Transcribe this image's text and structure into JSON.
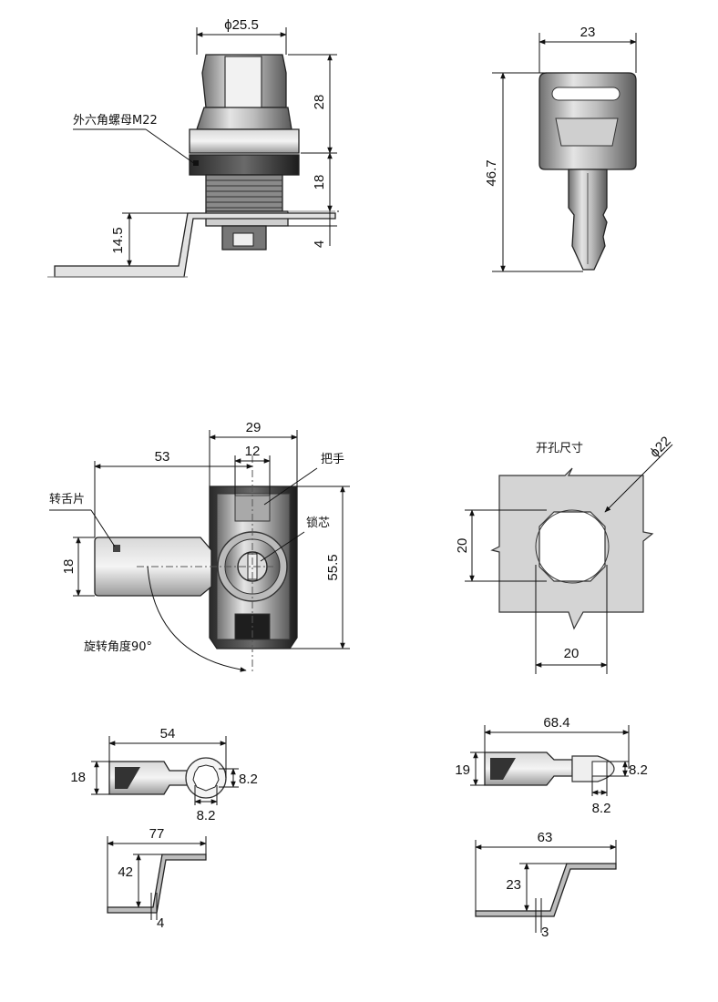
{
  "top_left": {
    "dim_diameter": "ϕ25.5",
    "dim_28": "28",
    "dim_18": "18",
    "dim_4": "4",
    "dim_14_5": "14.5",
    "label_nut": "外六角螺母M22"
  },
  "top_right": {
    "dim_23": "23",
    "dim_46_7": "46.7"
  },
  "middle_left": {
    "dim_29": "29",
    "dim_53": "53",
    "dim_12": "12",
    "dim_18": "18",
    "dim_55_5": "55.5",
    "label_handle": "把手",
    "label_tongue": "转舌片",
    "label_core": "锁芯",
    "label_rotation": "旋转角度90°"
  },
  "middle_right": {
    "title": "开孔尺寸",
    "dim_diameter": "ϕ22",
    "dim_20_v": "20",
    "dim_20_h": "20"
  },
  "bottom_left": {
    "dim_54": "54",
    "dim_18": "18",
    "dim_8_2_r": "8.2",
    "dim_8_2_b": "8.2",
    "dim_77": "77",
    "dim_42": "42",
    "dim_4": "4"
  },
  "bottom_right": {
    "dim_68_4": "68.4",
    "dim_19": "19",
    "dim_8_2_r": "8.2",
    "dim_8_2_b": "8.2",
    "dim_63": "63",
    "dim_23": "23",
    "dim_3": "3"
  }
}
